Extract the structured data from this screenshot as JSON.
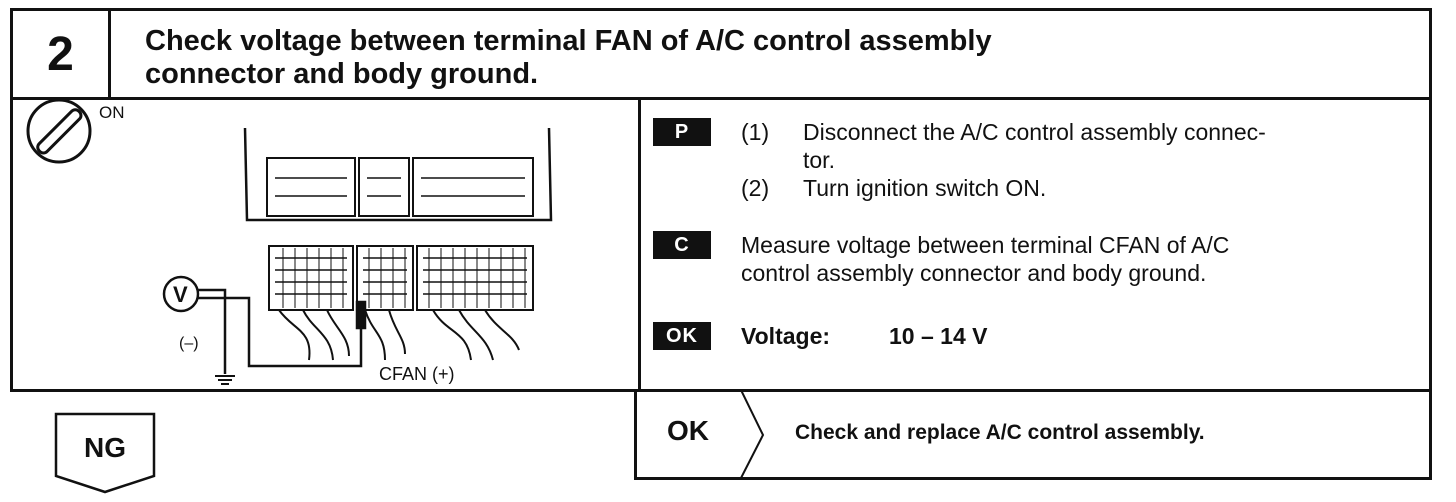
{
  "step": {
    "number": "2",
    "title_line1": "Check voltage between terminal FAN of A/C control assembly",
    "title_line2": "connector and body ground."
  },
  "diagram": {
    "ignition_label": "ON",
    "meter_label": "V",
    "negative_label": "(–)",
    "terminal_label": "CFAN (+)"
  },
  "instructions": {
    "prep_tag": "P",
    "prep_step1_num": "(1)",
    "prep_step1_line1": "Disconnect the A/C control assembly connec-",
    "prep_step1_line2": "tor.",
    "prep_step2_num": "(2)",
    "prep_step2_text": "Turn ignition switch ON.",
    "check_tag": "C",
    "check_line1": "Measure voltage between terminal CFAN of A/C",
    "check_line2": "control assembly connector and body ground.",
    "ok_tag": "OK",
    "ok_label": "Voltage:",
    "ok_value": "10 – 14 V"
  },
  "outcomes": {
    "ng_label": "NG",
    "ok_label": "OK",
    "ok_action": "Check and replace A/C control assembly."
  }
}
